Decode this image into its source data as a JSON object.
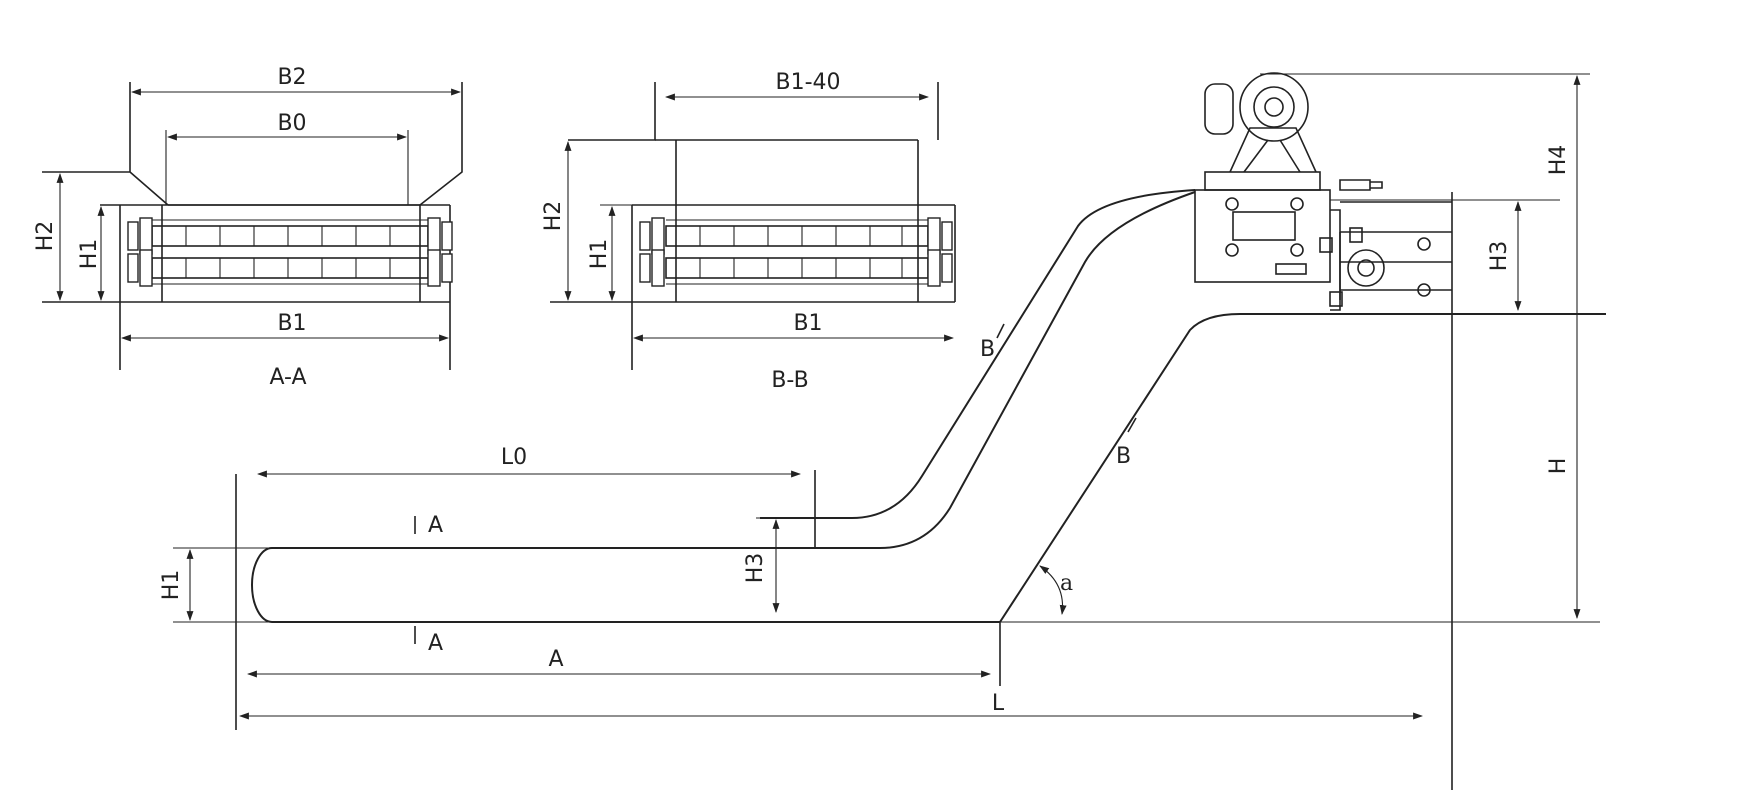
{
  "section_aa": {
    "top_width": "B2",
    "inner_width": "B0",
    "bottom_width": "B1",
    "height_outer": "H2",
    "height_inner": "H1",
    "caption": "A-A"
  },
  "section_bb": {
    "top_width": "B1-40",
    "bottom_width": "B1",
    "height_outer": "H2",
    "height_inner": "H1",
    "caption": "B-B"
  },
  "elevation": {
    "horizontal_length": "L0",
    "section_mark_a_top": "A",
    "section_mark_a_bottom": "A",
    "section_mark_b_upper": "B",
    "section_mark_b_lower": "B",
    "height_h1": "H1",
    "height_h3_lower": "H3",
    "length_a": "A",
    "total_length": "L",
    "angle": "a",
    "height_h": "H",
    "height_h3_upper": "H3",
    "height_h4": "H4"
  },
  "colors": {
    "line": "#222222",
    "background": "#ffffff"
  }
}
